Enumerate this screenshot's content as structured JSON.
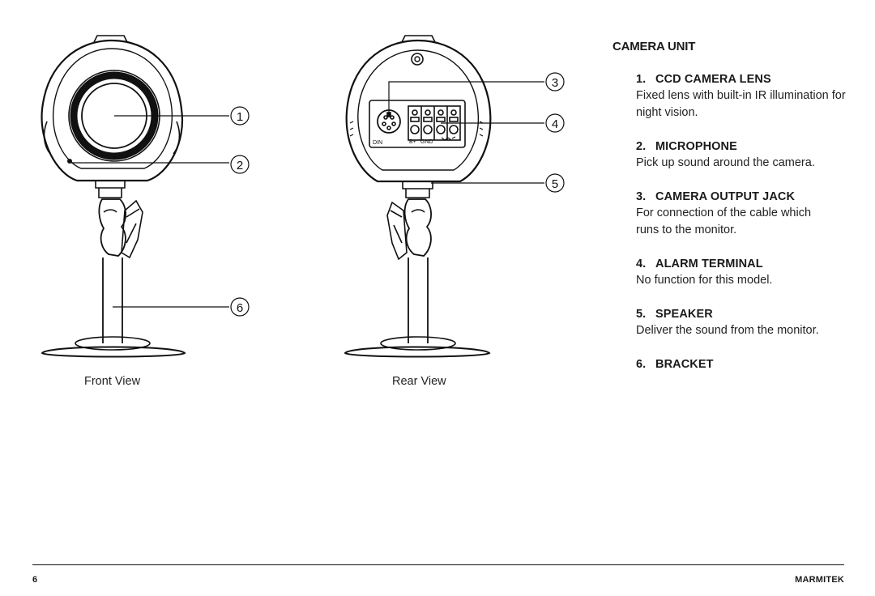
{
  "figure": {
    "front_caption": "Front View",
    "rear_caption": "Rear View",
    "callouts": [
      "1",
      "2",
      "3",
      "4",
      "5",
      "6"
    ],
    "connector_labels": {
      "din": "DIN",
      "bplus": "B+",
      "gnd": "GND"
    }
  },
  "section": {
    "title": "CAMERA UNIT",
    "items": [
      {
        "num": "1.",
        "title": "CCD CAMERA LENS",
        "desc": "Fixed lens with built-in IR illumination for night vision."
      },
      {
        "num": "2.",
        "title": "MICROPHONE",
        "desc": "Pick up sound around the camera."
      },
      {
        "num": "3.",
        "title": "CAMERA OUTPUT JACK",
        "desc": "For connection of the cable which runs to the monitor."
      },
      {
        "num": "4.",
        "title": "ALARM TERMINAL",
        "desc": "No function for this model."
      },
      {
        "num": "5.",
        "title": "SPEAKER",
        "desc": "Deliver the sound from the monitor."
      },
      {
        "num": "6.",
        "title": "BRACKET",
        "desc": ""
      }
    ]
  },
  "footer": {
    "page_number": "6",
    "brand": "MARMITEK"
  }
}
